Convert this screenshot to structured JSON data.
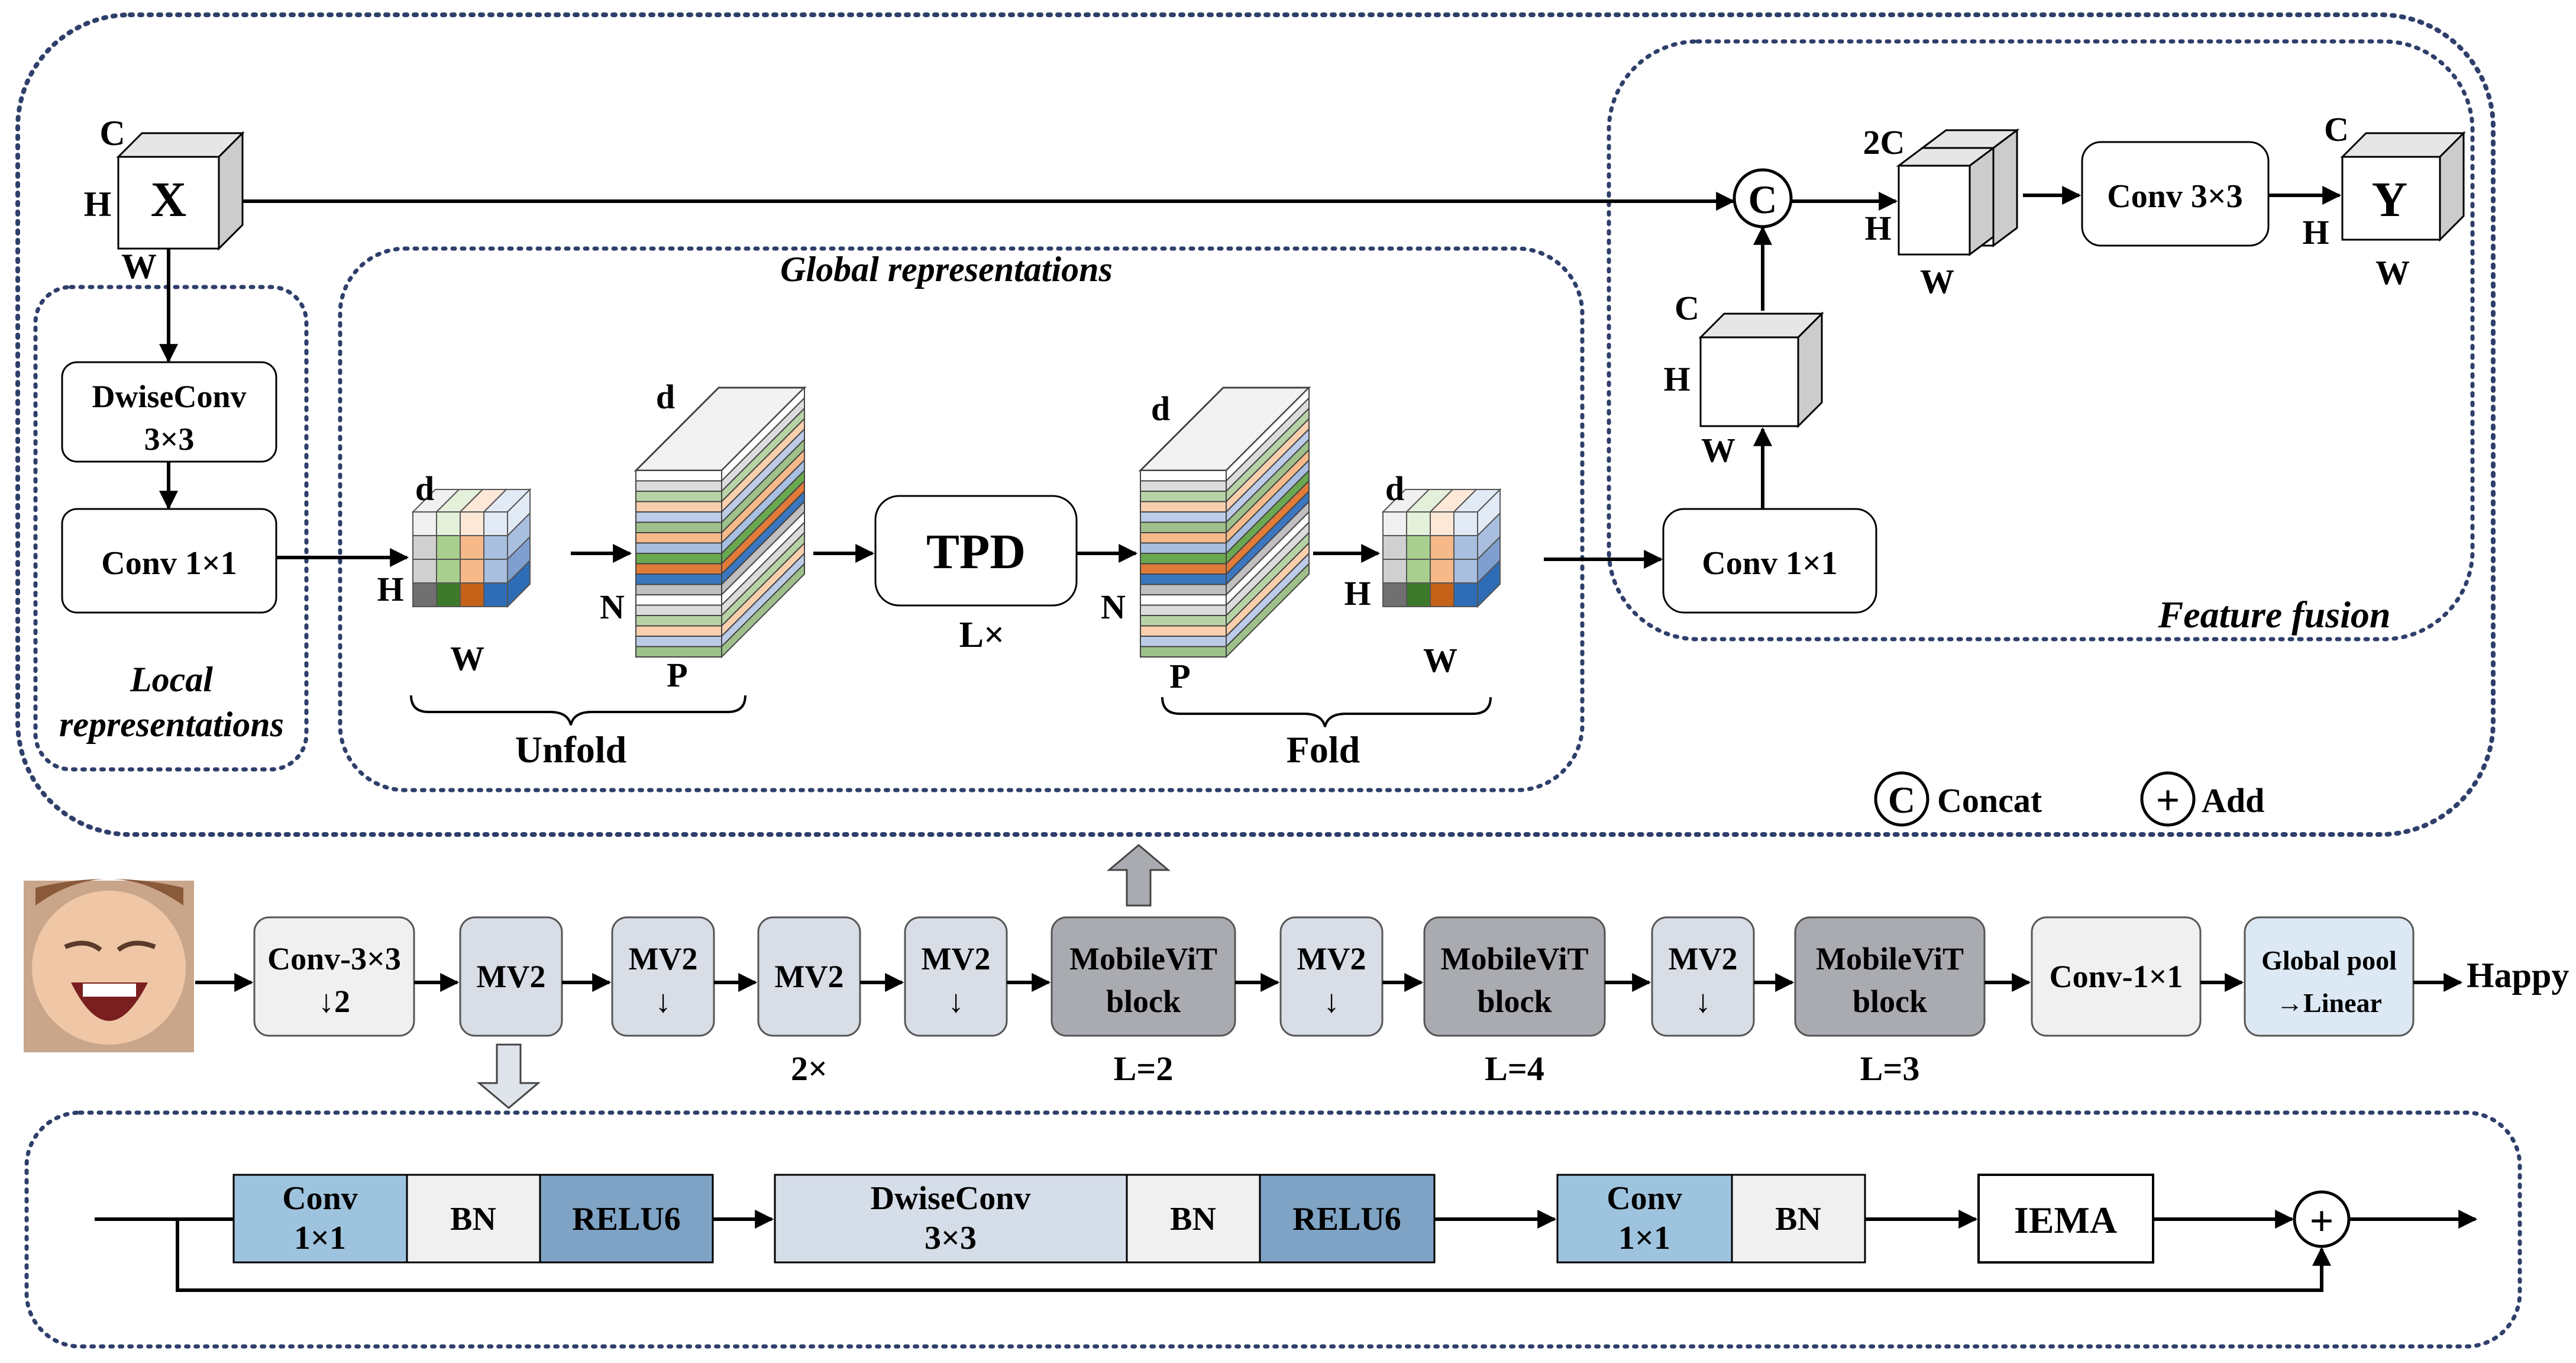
{
  "regions": {
    "global_repr": "Global representations",
    "local_repr_1": "Local",
    "local_repr_2": "representations",
    "feature_fusion": "Feature fusion"
  },
  "input_tensor": {
    "name": "X",
    "c": "C",
    "h": "H",
    "w": "W"
  },
  "local_blocks": {
    "dwise_line1": "DwiseConv",
    "dwise_line2": "3×3",
    "conv1": "Conv 1×1"
  },
  "unfold": {
    "small_d": "d",
    "small_h": "H",
    "small_w": "W",
    "tall_d": "d",
    "tall_n": "N",
    "tall_p": "P",
    "label": "Unfold"
  },
  "tpd": {
    "label": "TPD",
    "repeat": "L×"
  },
  "fold": {
    "tall_d": "d",
    "tall_n": "N",
    "tall_p": "P",
    "small_d": "d",
    "small_h": "H",
    "small_w": "W",
    "label": "Fold"
  },
  "fusion": {
    "conv1": "Conv 1×1",
    "mid_c": "C",
    "mid_h": "H",
    "mid_w": "W",
    "concat_symbol": "C",
    "cat_c": "2C",
    "cat_h": "H",
    "cat_w": "W",
    "conv3": "Conv 3×3",
    "out_name": "Y",
    "out_c": "C",
    "out_h": "H",
    "out_w": "W"
  },
  "legend": {
    "concat_symbol": "C",
    "concat": "Concat",
    "add_symbol": "+",
    "add": "Add"
  },
  "pipeline": {
    "blocks": [
      {
        "line1": "Conv-3×3",
        "line2": "↓2",
        "below": ""
      },
      {
        "line1": "MV2",
        "line2": "",
        "below": ""
      },
      {
        "line1": "MV2",
        "line2": "↓",
        "below": ""
      },
      {
        "line1": "MV2",
        "line2": "",
        "below": "2×"
      },
      {
        "line1": "MV2",
        "line2": "↓",
        "below": ""
      },
      {
        "line1": "MobileViT",
        "line2": "block",
        "below": "L=2"
      },
      {
        "line1": "MV2",
        "line2": "↓",
        "below": ""
      },
      {
        "line1": "MobileViT",
        "line2": "block",
        "below": "L=4"
      },
      {
        "line1": "MV2",
        "line2": "↓",
        "below": ""
      },
      {
        "line1": "MobileViT",
        "line2": "block",
        "below": "L=3"
      },
      {
        "line1": "Conv-1×1",
        "line2": "",
        "below": ""
      },
      {
        "line1": "Global pool",
        "line2": "→Linear",
        "below": ""
      }
    ],
    "output": "Happy"
  },
  "mv2_detail": {
    "conv1_line1": "Conv",
    "conv1_line2": "1×1",
    "bn1": "BN",
    "relu1": "RELU6",
    "dwise_line1": "DwiseConv",
    "dwise_line2": "3×3",
    "bn2": "BN",
    "relu2": "RELU6",
    "conv2_line1": "Conv",
    "conv2_line2": "1×1",
    "bn3": "BN",
    "iema": "IEMA",
    "add_symbol": "+"
  },
  "colors": {
    "dotted_border": "#2f3f6b",
    "light_block": "#f0f0f0",
    "mv2_block": "#d8dde6",
    "vit_block": "#a9abb0",
    "pool_block": "#dce8f4",
    "conv_blue": "#9ec3de",
    "relu_blue": "#7fa3c4",
    "dwise_blue": "#d5dde8"
  }
}
